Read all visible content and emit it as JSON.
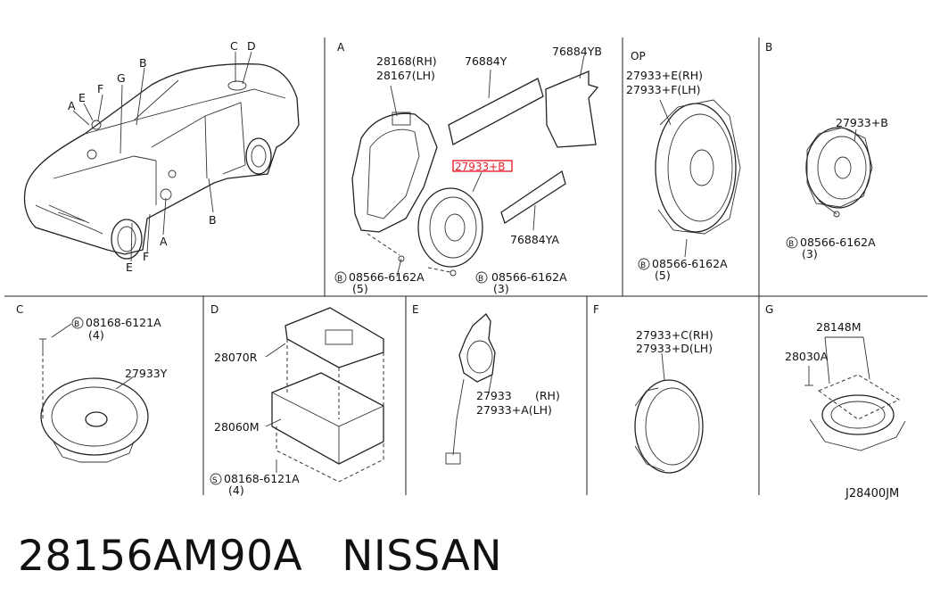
{
  "sections": {
    "a": "A",
    "b": "B",
    "c": "C",
    "d": "D",
    "e": "E",
    "f": "F",
    "g": "G",
    "op": "OP"
  },
  "car_callouts": {
    "a_left": "A",
    "e_left": "E",
    "f_left": "F",
    "g": "G",
    "b_top": "B",
    "c": "C",
    "d": "D",
    "a_bottom": "A",
    "b_bottom": "B",
    "e_bottom": "E",
    "f_bottom": "F"
  },
  "panel_a": {
    "p_rh": "28168(RH)",
    "p_lh": "28167(LH)",
    "seal_1": "76884Y",
    "seal_2": "76884YB",
    "seal_3": "76884YA",
    "highlight_part": "27933+B",
    "screw_left": "08566-6162A",
    "screw_left_qty": "(5)",
    "screw_right": "08566-6162A",
    "screw_right_qty": "(3)",
    "screw_symbol": "B",
    "highlight_color": "#e8202a"
  },
  "panel_op": {
    "p_rh": "27933+E(RH)",
    "p_lh": "27933+F(LH)",
    "screw": "08566-6162A",
    "screw_qty": "(5)",
    "screw_symbol": "B"
  },
  "panel_b": {
    "part": "27933+B",
    "screw": "08566-6162A",
    "screw_qty": "(3)",
    "screw_symbol": "B"
  },
  "panel_c": {
    "screw": "08168-6121A",
    "screw_qty": "(4)",
    "part": "27933Y",
    "screw_symbol": "B"
  },
  "panel_d": {
    "bracket": "28070R",
    "amp": "28060M",
    "screw": "08168-6121A",
    "screw_qty": "(4)",
    "screw_symbol": "S"
  },
  "panel_e": {
    "p_rh": "27933",
    "p_rh_side": "(RH)",
    "p_lh": "27933+A(LH)"
  },
  "panel_f": {
    "p_rh": "27933+C(RH)",
    "p_lh": "27933+D(LH)"
  },
  "panel_g": {
    "part": "28148M",
    "screw": "28030A"
  },
  "diagram_code": "J28400JM",
  "caption": {
    "part_number": "28156AM90A",
    "brand": "NISSAN"
  }
}
